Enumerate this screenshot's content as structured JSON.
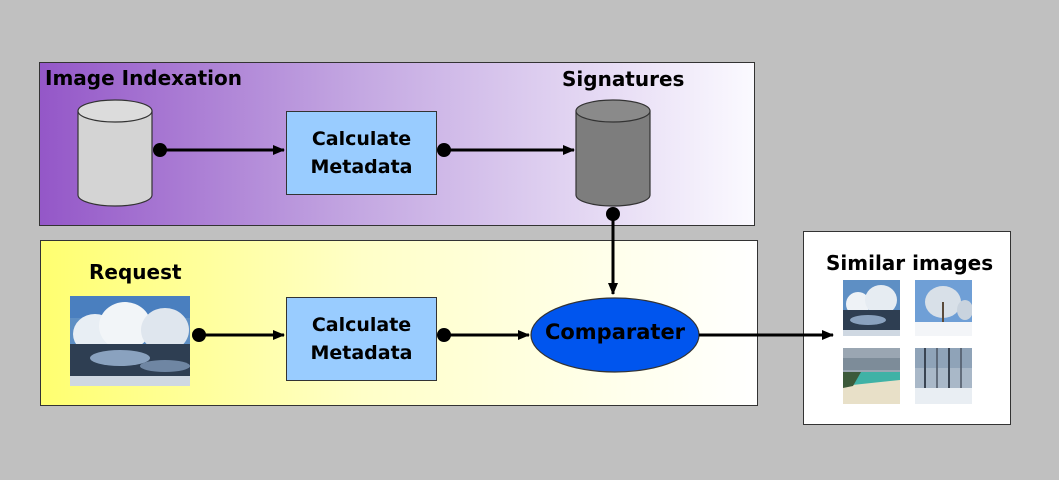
{
  "indexation": {
    "title": "Image Indexation",
    "signatures_label": "Signatures",
    "calc_line1": "Calculate",
    "calc_line2": "Metadata"
  },
  "request": {
    "title": "Request",
    "calc_line1": "Calculate",
    "calc_line2": "Metadata",
    "comparator": "Comparater"
  },
  "results": {
    "title": "Similar images"
  }
}
